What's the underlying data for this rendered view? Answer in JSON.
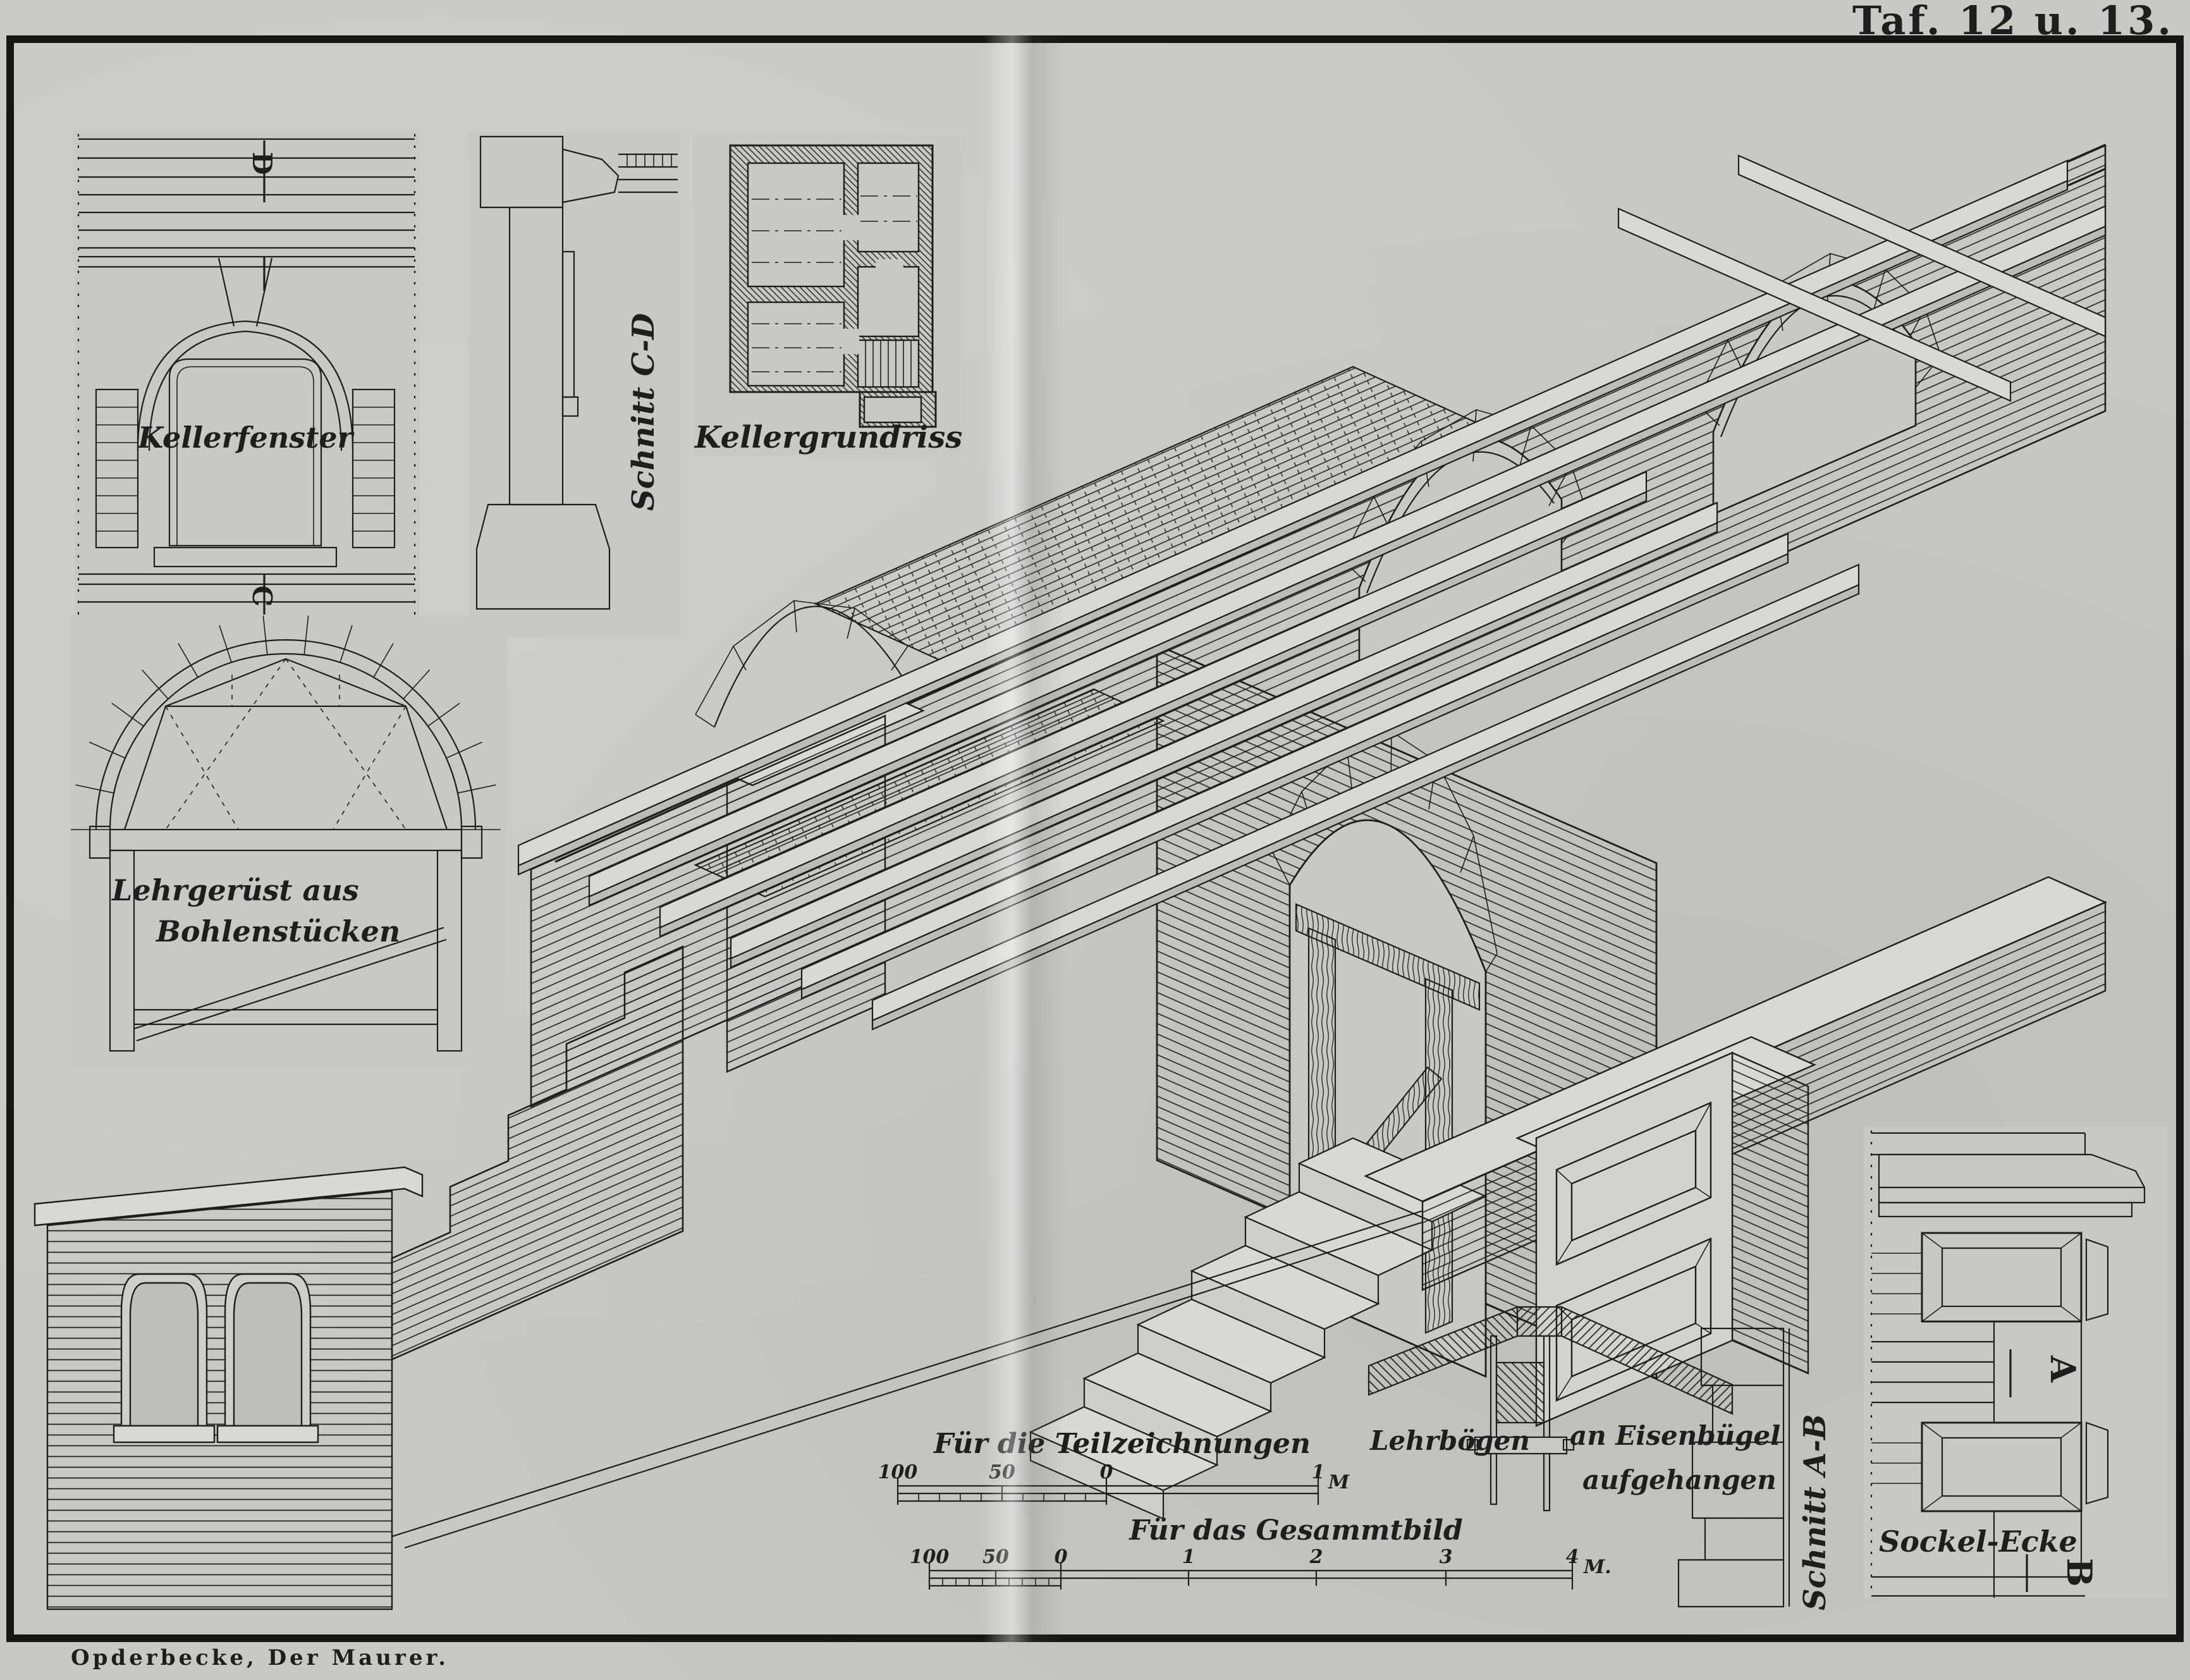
{
  "plate": {
    "title": "Taf. 12 u. 13.",
    "attribution": "Opderbecke, Der Maurer."
  },
  "figures": {
    "kellerfenster": {
      "label": "Kellerfenster",
      "mark_top": "D",
      "mark_bottom": "C"
    },
    "schnitt_cd": {
      "label": "Schnitt C-D"
    },
    "kellergrundriss": {
      "label": "Kellergrundriss"
    },
    "lehrgeruest": {
      "label_line1": "Lehrgerüst aus",
      "label_line2": "Bohlenstücken"
    },
    "lehrboegen": {
      "label_part1": "Lehrbögen",
      "label_part2": "an Eisenbügel",
      "label_part3": "aufgehangen"
    },
    "schnitt_ab": {
      "label": "Schnitt A-B"
    },
    "sockel_ecke": {
      "label": "Sockel-Ecke",
      "mark_top": "A",
      "mark_bottom": "B"
    }
  },
  "scales": {
    "detail": {
      "title": "Für die Teilzeichnungen",
      "ticks": [
        "100",
        "50",
        "0",
        "1"
      ],
      "unit": "M"
    },
    "overall": {
      "title": "Für das Gesammtbild",
      "ticks": [
        "100",
        "50",
        "0",
        "1",
        "2",
        "3",
        "4"
      ],
      "unit": "M."
    }
  },
  "colors": {
    "paper": "#c9c8c4",
    "ink": "#1e1e1c"
  }
}
